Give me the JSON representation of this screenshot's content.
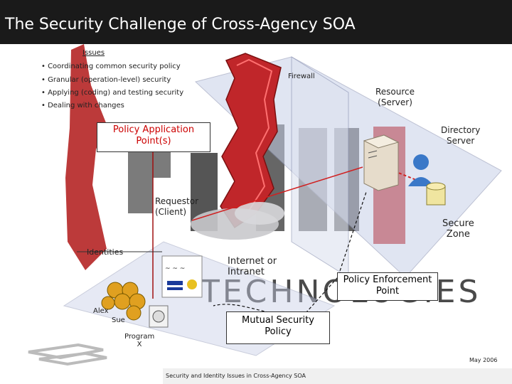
{
  "title": "The Security Challenge of Cross-Agency SOA",
  "issues_label": "Issues",
  "bullets": [
    "Coordinating common security policy",
    "Granular (operation-level) security",
    "Applying (coding) and testing security",
    "Dealing with changes"
  ],
  "labels": {
    "firewall": "Firewall",
    "resource_line1": "Resource",
    "resource_line2": "(Server)",
    "directory_line1": "Directory",
    "directory_line2": "Server",
    "policy_app_line1": "Policy Application",
    "policy_app_line2": "Point(s)",
    "requestor_line1": "Requestor",
    "requestor_line2": "(Client)",
    "secure_line1": "Secure",
    "secure_line2": "Zone",
    "identities": "Identities",
    "internet_line1": "Internet or",
    "internet_line2": "Intranet",
    "pep_line1": "Policy Enforcement",
    "pep_line2": "Point",
    "alex": "Alex",
    "sue": "Sue",
    "program_line1": "Program",
    "program_line2": "X",
    "mutual_line1": "Mutual Security",
    "mutual_line2": "Policy",
    "date": "May 2006"
  },
  "footer": "Security and Identity Issues in Cross-Agency SOA",
  "colors": {
    "title_bar": "#1a1a1a",
    "accent_red": "#cc0000",
    "zone_blue": "#c8d0e8"
  }
}
